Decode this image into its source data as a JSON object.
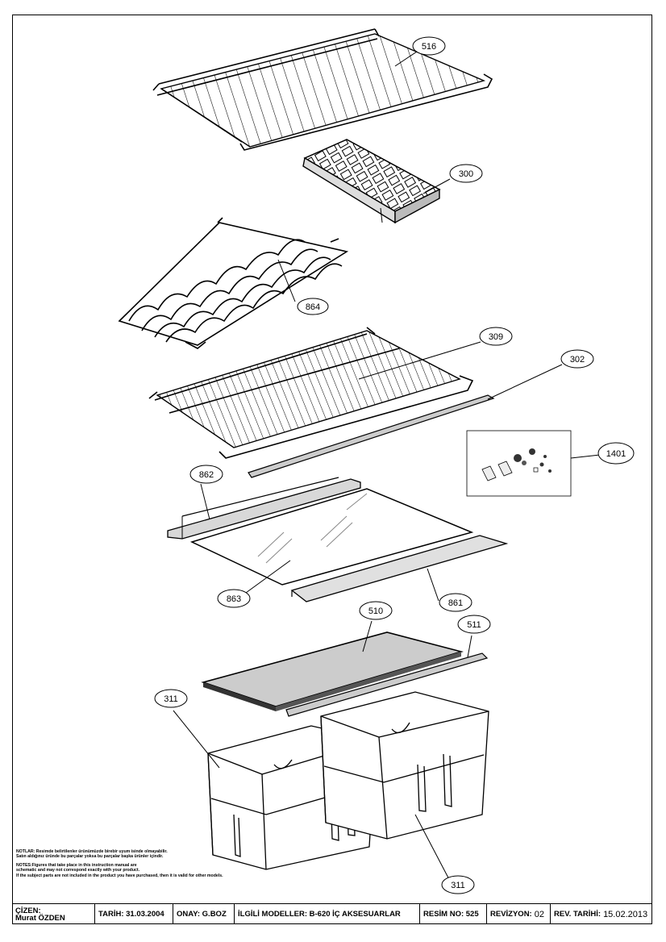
{
  "callouts": [
    {
      "id": "516",
      "text": "516"
    },
    {
      "id": "300",
      "text": "300"
    },
    {
      "id": "864",
      "text": "864"
    },
    {
      "id": "309",
      "text": "309"
    },
    {
      "id": "302",
      "text": "302"
    },
    {
      "id": "1401",
      "text": "1401"
    },
    {
      "id": "862",
      "text": "862"
    },
    {
      "id": "863",
      "text": "863"
    },
    {
      "id": "861",
      "text": "861"
    },
    {
      "id": "510",
      "text": "510"
    },
    {
      "id": "511",
      "text": "511"
    },
    {
      "id": "311a",
      "text": "311"
    },
    {
      "id": "311b",
      "text": "311"
    }
  ],
  "notes": {
    "tr_line1": "NOTLAR: Resimde belirtilenler ürünümüzde birebir uyum isinde olmayabilir.",
    "tr_line2": "Satın aldığınız üründe bu parçalar yoksa bu parçalar başka ürünler içindir.",
    "en_line1": "NOTES:Figures that take place in this instruction manual are",
    "en_line2": "schematic and may not correspond exactly with your product.",
    "en_line3": "If the subject parts are not included in the product you have purchased, then it is valid for other models."
  },
  "title_block": {
    "drawer_label": "ÇİZEN:",
    "drawer_name": "Murat ÖZDEN",
    "date": "TARİH: 31.03.2004",
    "approval": "ONAY: G.BOZ",
    "models": "İLGİLİ MODELLER: B-620 İÇ AKSESUARLAR",
    "drawing_no": "RESİM NO: 525",
    "revision_label": "REVİZYON:",
    "revision_value": "02",
    "rev_date_label": "REV. TARİHİ:",
    "rev_date_value": "15.02.2013"
  }
}
